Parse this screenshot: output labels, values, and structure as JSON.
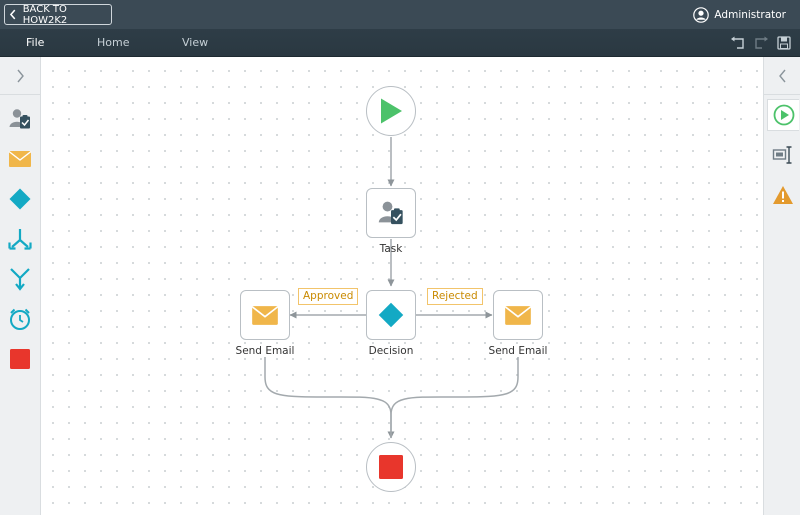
{
  "header": {
    "back_label": "BACK TO HOW2K2",
    "user_name": "Administrator"
  },
  "menu": {
    "tabs": [
      {
        "label": "File",
        "active": true
      },
      {
        "label": "Home",
        "active": false
      },
      {
        "label": "View",
        "active": false
      }
    ],
    "toolbar_icons": [
      "undo-icon",
      "redo-icon",
      "save-icon"
    ]
  },
  "toolbox": {
    "items": [
      "task-icon",
      "email-icon",
      "decision-icon",
      "split-icon",
      "merge-icon",
      "timer-icon",
      "end-icon"
    ]
  },
  "right_panel": {
    "items": [
      "start-icon",
      "properties-icon",
      "warning-icon"
    ],
    "selected": "start-icon"
  },
  "workflow": {
    "nodes": [
      {
        "id": "start",
        "label": ""
      },
      {
        "id": "task",
        "label": "Task"
      },
      {
        "id": "decision",
        "label": "Decision"
      },
      {
        "id": "email_left",
        "label": "Send Email"
      },
      {
        "id": "email_right",
        "label": "Send Email"
      },
      {
        "id": "end",
        "label": ""
      }
    ],
    "line_labels": {
      "approved": "Approved",
      "rejected": "Rejected"
    }
  },
  "colors": {
    "topbar": "#3b4a55",
    "start_green": "#4cc26a",
    "decision_teal": "#13a9c4",
    "email_yellow": "#f0b64a",
    "end_red": "#e8362c",
    "label_orange": "#c98a00"
  }
}
